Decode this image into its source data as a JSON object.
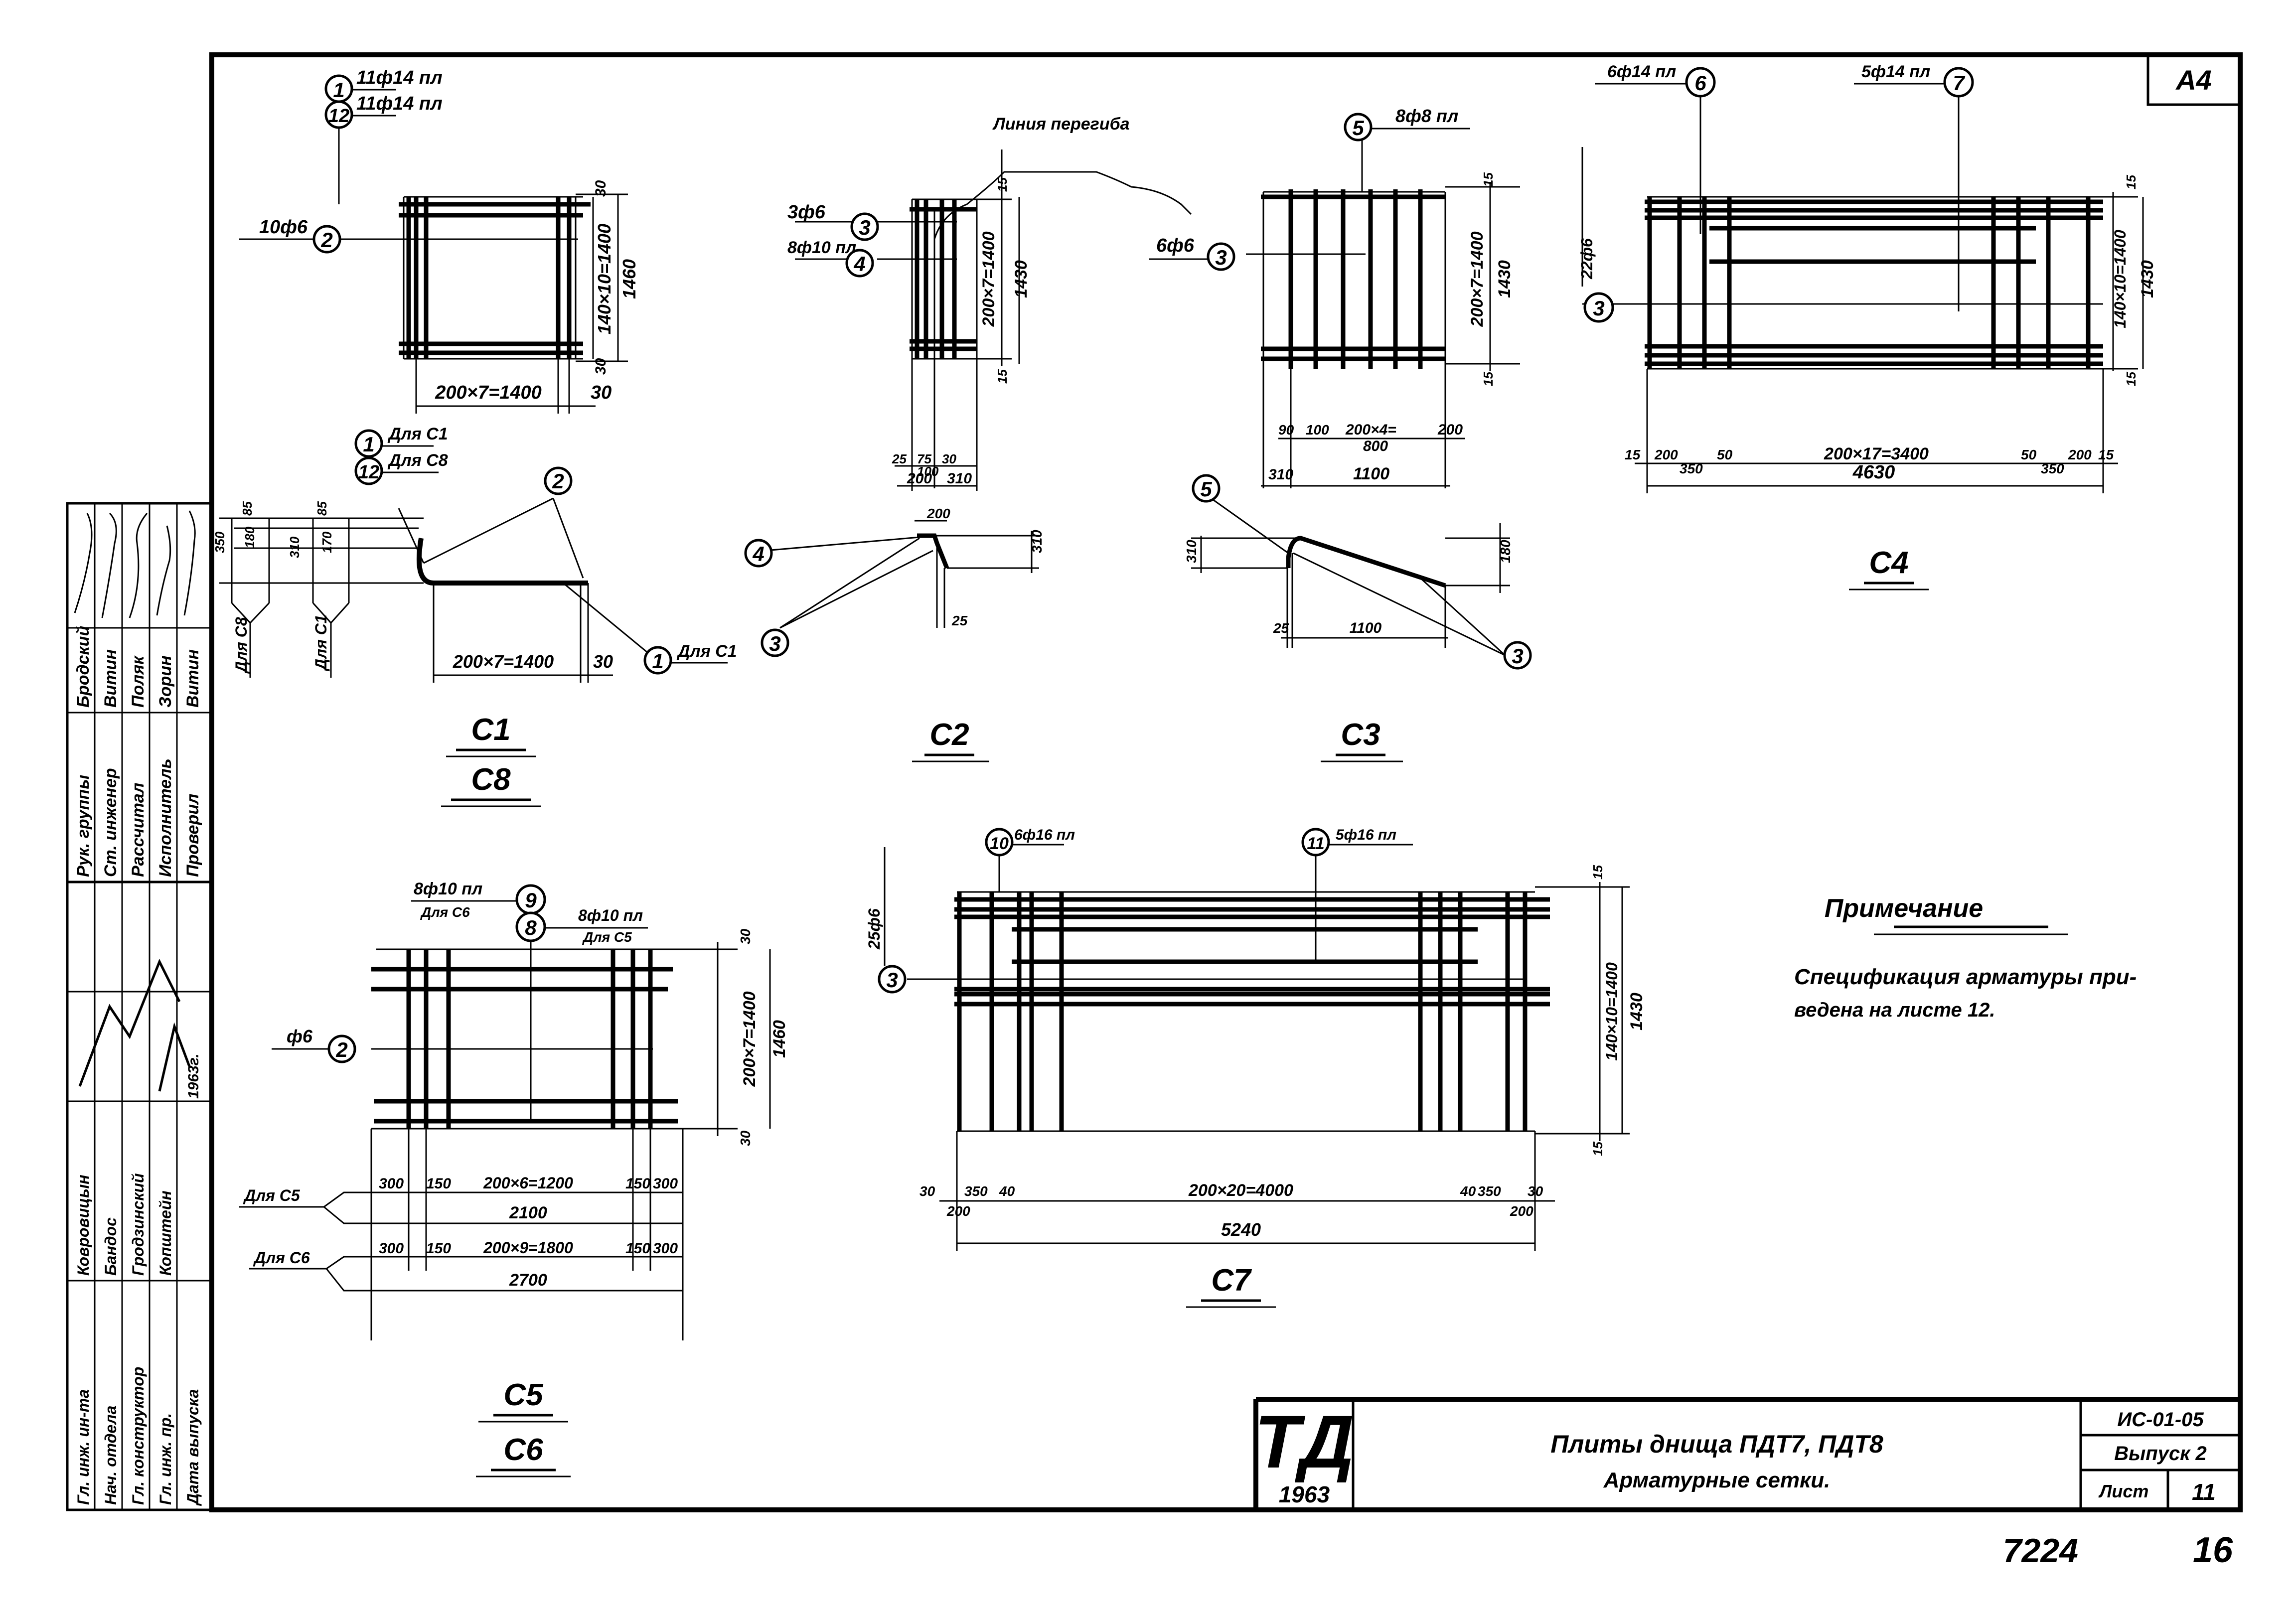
{
  "sheet": {
    "format_mark": "А4",
    "title_line1": "Плиты днища ПДТ7, ПДТ8",
    "title_line2": "Арматурные сетки.",
    "logo": "ТД",
    "logo_year": "1963",
    "series_code": "ИС-01-05",
    "issue": "Выпуск 2",
    "sheet_label": "Лист",
    "sheet_number": "11",
    "archive_number": "7224",
    "page_number": "16"
  },
  "note": {
    "heading": "Примечание",
    "line1": "Спецификация арматуры при-",
    "line2": "ведена на листе 12."
  },
  "stamp": {
    "roles_right": [
      "Рук. группы",
      "Ст. инженер",
      "Рассчитал",
      "Исполнитель",
      "Проверил"
    ],
    "names_right": [
      "Бродский",
      "Витин",
      "Поляк",
      "Зорин",
      "Витин"
    ],
    "roles_left": [
      "Гл. инж. ин-та",
      "Нач. отдела",
      "Гл. конструктор",
      "Гл. инж. пр.",
      "Дата выпуска"
    ],
    "names_left": [
      "Ковровицын",
      "Бандос",
      "Гродзинский",
      "Копштейн",
      ""
    ],
    "year": "1963г."
  },
  "meshes": {
    "c1": {
      "title_top": "С1",
      "title_bottom": "С8",
      "pos1": "1",
      "pos1_label": "11ф14 пл",
      "pos12": "12",
      "pos12_label": "11ф14 пл",
      "pos2": "2",
      "pos2_label": "10ф6",
      "dim_w": "200×7=1400",
      "dim_w_end": "30",
      "dim_h": "140×10=1400",
      "dim_h_total": "1460",
      "dim_top": "30",
      "dim_bot": "30",
      "section_note1": "Для С1",
      "section_note8": "Для С8",
      "sec_dim1": "350",
      "sec_dim2": "85",
      "sec_dim3": "180",
      "sec_dim4": "310",
      "sec_dim5": "85",
      "sec_dim6": "170",
      "sec_w": "200×7=1400",
      "sec_w_end": "30",
      "sec_lbl_c8": "Для С8",
      "sec_lbl_c1": "Для С1"
    },
    "c2": {
      "title": "С2",
      "bend_line": "Линия перегиба",
      "pos3": "3",
      "pos3_label": "3ф6",
      "pos4": "4",
      "pos4_label": "8ф10 пл",
      "dim_h": "200×7=1400",
      "dim_h_total": "1430",
      "dim_top": "15",
      "dim_bot": "15",
      "dim_a": "25",
      "dim_b": "75",
      "dim_c": "30",
      "dim_d": "100",
      "dim_e": "200",
      "dim_f": "310",
      "sec_w": "200",
      "sec_h": "310",
      "sec_d": "25"
    },
    "c3": {
      "title": "С3",
      "pos5": "5",
      "pos5_label": "8ф8 пл",
      "pos3": "3",
      "pos3_label": "6ф6",
      "dim_h": "200×7=1400",
      "dim_h_total": "1430",
      "dim_top": "15",
      "dim_bot": "15",
      "dim_a": "90",
      "dim_b": "100",
      "dim_c": "200×4=",
      "dim_c2": "800",
      "dim_d": "200",
      "dim_e": "310",
      "dim_f": "1100",
      "sec_h": "310",
      "sec_h2": "180",
      "sec_a": "25",
      "sec_w": "1100"
    },
    "c4": {
      "title": "С4",
      "pos6": "6",
      "pos6_label": "6ф14 пл",
      "pos7": "7",
      "pos7_label": "5ф14 пл",
      "pos3": "3",
      "pos3_label": "22ф6",
      "dim_h": "140×10=1400",
      "dim_h_total": "1430",
      "dim_top": "15",
      "dim_bot": "15",
      "dim_a": "15",
      "dim_b": "200",
      "dim_c": "350",
      "dim_d": "50",
      "dim_mid": "200×17=3400",
      "dim_e": "50",
      "dim_f": "350",
      "dim_g": "200",
      "dim_h2": "15",
      "dim_total": "4630"
    },
    "c5": {
      "title_top": "С5",
      "title_bottom": "С6",
      "pos9": "9",
      "pos9_label": "8ф10 пл",
      "pos9_note": "Для С6",
      "pos8": "8",
      "pos8_label": "8ф10 пл",
      "pos8_note": "Для С5",
      "pos2": "2",
      "pos2_label": "ф6",
      "dim_h": "200×7=1400",
      "dim_h_total": "1460",
      "dim_top": "30",
      "dim_bot": "30",
      "c5_note": "Для С5",
      "c5_dims": [
        "300",
        "150",
        "200×6=1200",
        "150",
        "300"
      ],
      "c5_total": "2100",
      "c6_note": "Для С6",
      "c6_dims": [
        "300",
        "150",
        "200×9=1800",
        "150",
        "300"
      ],
      "c6_total": "2700"
    },
    "c7": {
      "title": "С7",
      "pos10": "10",
      "pos10_label": "6ф16 пл",
      "pos11": "11",
      "pos11_label": "5ф16 пл",
      "pos3": "3",
      "pos3_label": "25ф6",
      "dim_h": "140×10=1400",
      "dim_h_total": "1430",
      "dim_top": "15",
      "dim_bot": "15",
      "dims_top": [
        "30",
        "350",
        "40",
        "200×20=4000",
        "40",
        "350",
        "30"
      ],
      "dims_bot": [
        "200",
        "200"
      ],
      "dim_total": "5240"
    }
  }
}
